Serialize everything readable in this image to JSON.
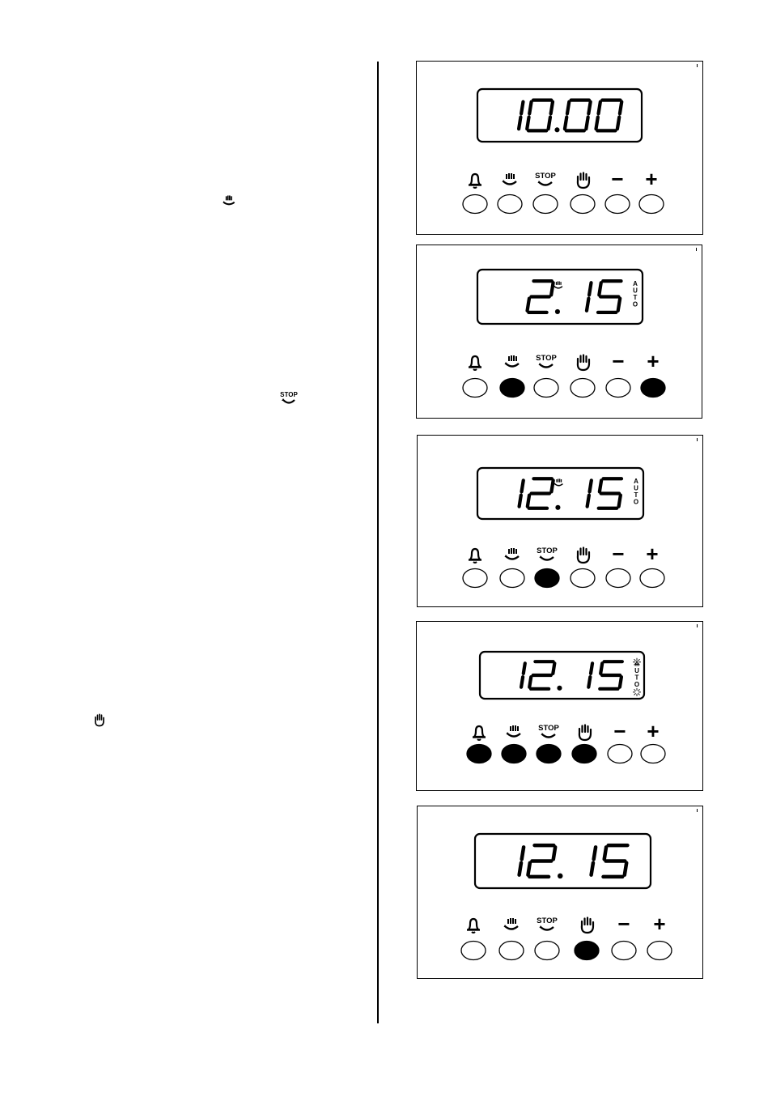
{
  "labels": {
    "stop": "STOP",
    "minus": "−",
    "plus": "+",
    "auto": [
      "A",
      "U",
      "T",
      "O"
    ]
  },
  "icons": [
    "bell-icon",
    "cooking-time-icon",
    "end-time-stop-icon",
    "manual-hand-icon",
    "minus-icon",
    "plus-icon"
  ],
  "left_column_icons": [
    "cooking-time-icon",
    "end-time-stop-icon",
    "manual-hand-icon"
  ],
  "panels": [
    {
      "display": "10.00",
      "cook_symbol": false,
      "auto": "none",
      "pressed": [
        false,
        false,
        false,
        false,
        false,
        false
      ]
    },
    {
      "display": "2.15",
      "cook_symbol": true,
      "auto": "on",
      "pressed": [
        false,
        true,
        false,
        false,
        false,
        true
      ]
    },
    {
      "display": "12.15",
      "cook_symbol": true,
      "auto": "on",
      "pressed": [
        false,
        false,
        true,
        false,
        false,
        false
      ]
    },
    {
      "display": "12.15",
      "cook_symbol": false,
      "auto": "flashing",
      "pressed": [
        true,
        true,
        true,
        true,
        false,
        false
      ]
    },
    {
      "display": "12.15",
      "cook_symbol": false,
      "auto": "none",
      "pressed": [
        false,
        false,
        false,
        true,
        false,
        false
      ]
    }
  ]
}
